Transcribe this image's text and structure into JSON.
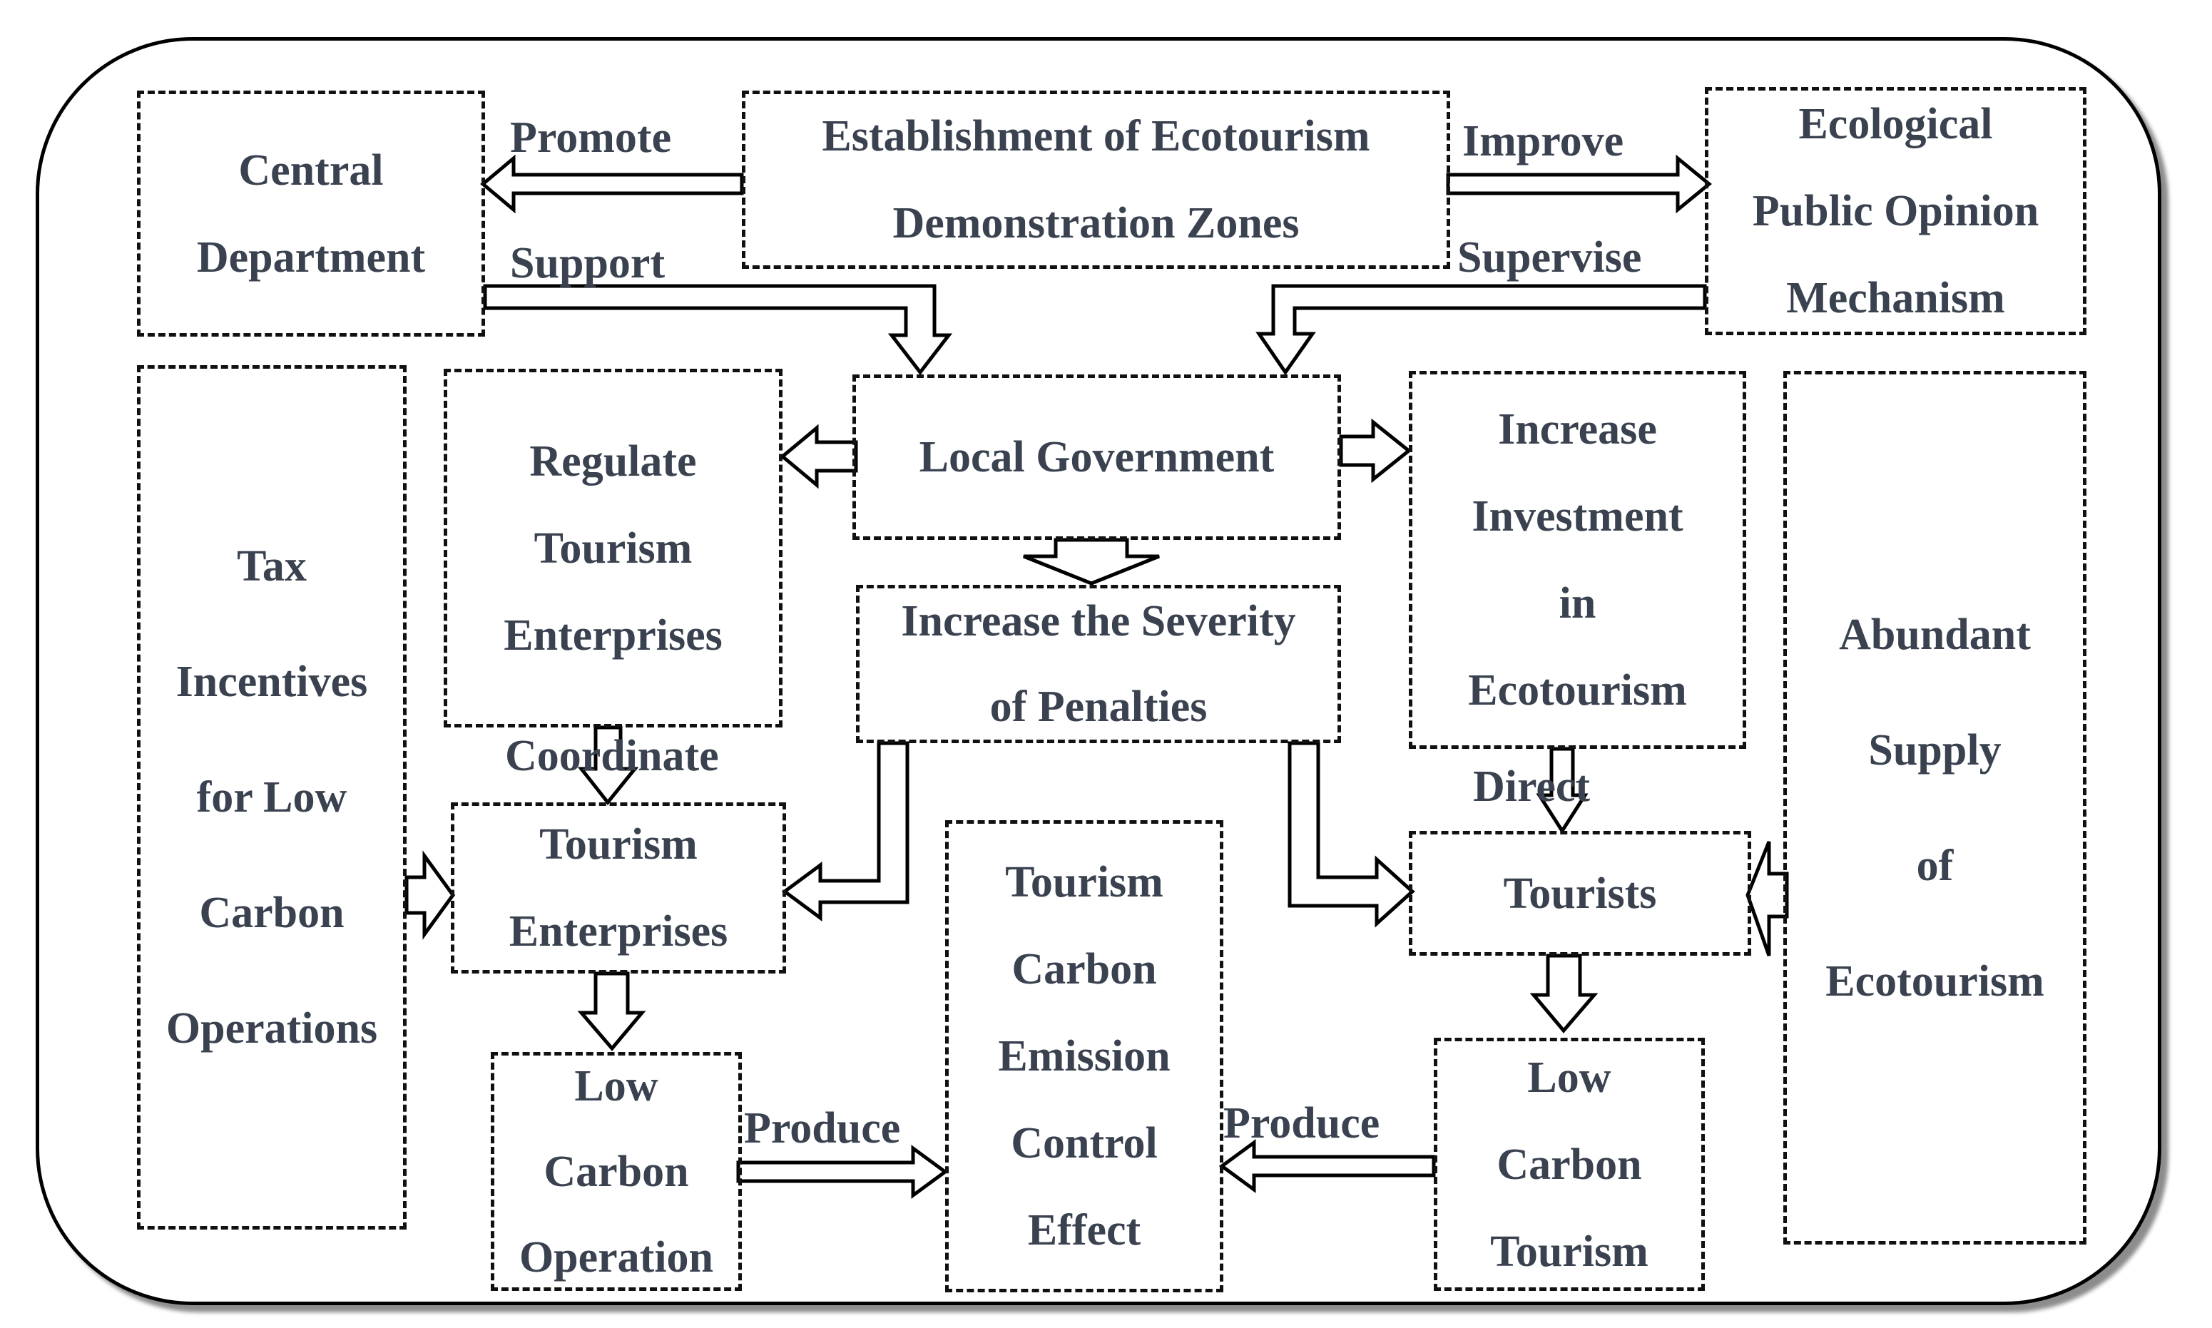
{
  "boxes": {
    "central": "Central Department",
    "establishment": "Establishment of Ecotourism Demonstration Zones",
    "ecological": "Ecological Public Opinion Mechanism",
    "tax": "Tax Incentives for Low Carbon Operations",
    "regulate": "Regulate Tourism Enterprises",
    "local": "Local Government",
    "severity": "Increase the Severity of Penalties",
    "invest": "Increase Investment in Ecotourism",
    "abundant": "Abundant Supply of Ecotourism",
    "enterprises": "Tourism Enterprises",
    "tourists": "Tourists",
    "lowop": "Low Carbon Operation",
    "effect": "Tourism Carbon Emission Control Effect",
    "lowtour": "Low Carbon Tourism"
  },
  "lines": {
    "central": [
      "Central",
      "Department"
    ],
    "establishment": [
      "Establishment of Ecotourism",
      "Demonstration Zones"
    ],
    "ecological": [
      "Ecological",
      "Public Opinion",
      "Mechanism"
    ],
    "tax": [
      "Tax",
      "Incentives",
      "for Low",
      "Carbon",
      "Operations"
    ],
    "regulate": [
      "Regulate",
      "Tourism",
      "Enterprises"
    ],
    "severity": [
      "Increase the Severity",
      "of Penalties"
    ],
    "invest": [
      "Increase",
      "Investment",
      "in",
      "Ecotourism"
    ],
    "abundant": [
      "Abundant",
      "Supply",
      "of",
      "Ecotourism"
    ],
    "enterprises": [
      "Tourism",
      "Enterprises"
    ],
    "lowop": [
      "Low",
      "Carbon",
      "Operation"
    ],
    "effect": [
      "Tourism",
      "Carbon",
      "Emission",
      "Control",
      "Effect"
    ],
    "lowtour": [
      "Low",
      "Carbon",
      "Tourism"
    ]
  },
  "labels": {
    "promote": "Promote",
    "support": "Support",
    "improve": "Improve",
    "supervise": "Supervise",
    "coordinate": "Coordinate",
    "direct": "Direct",
    "produce_left": "Produce",
    "produce_right": "Produce"
  }
}
